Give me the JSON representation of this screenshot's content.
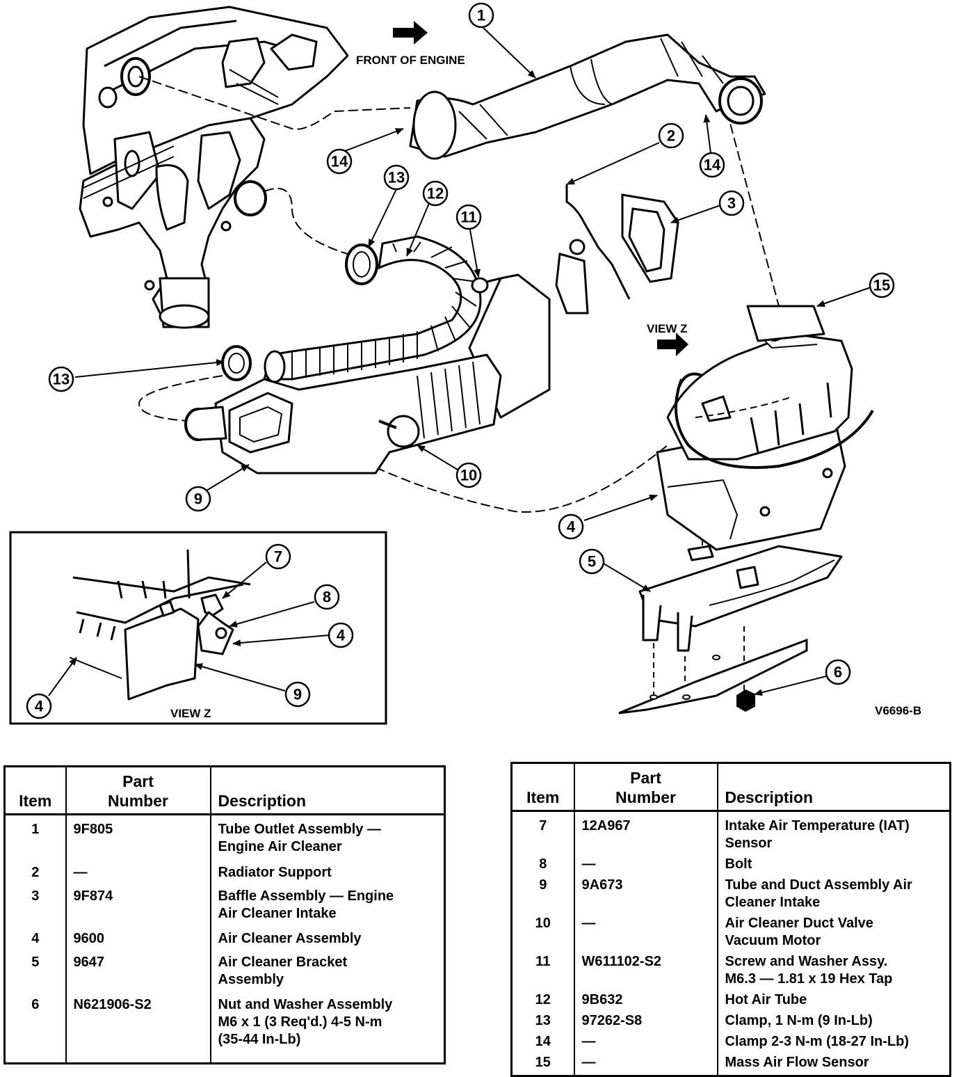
{
  "diagram": {
    "labels": {
      "front_of_engine": "FRONT OF ENGINE",
      "view_z_arrow": "VIEW Z",
      "view_z_inset": "VIEW Z",
      "figure_code": "V6696-B"
    },
    "callouts": [
      "1",
      "2",
      "3",
      "4",
      "5",
      "6",
      "7",
      "8",
      "4",
      "9",
      "4",
      "9",
      "10",
      "11",
      "12",
      "13",
      "13",
      "14",
      "14",
      "15"
    ]
  },
  "tables": {
    "headers": {
      "item": "Item",
      "part_l1": "Part",
      "part_l2": "Number",
      "description": "Description"
    },
    "left": [
      {
        "item": "1",
        "part": "9F805",
        "desc_l1": "Tube Outlet Assembly —",
        "desc_l2": "Engine Air Cleaner",
        "desc_l3": ""
      },
      {
        "item": "2",
        "part": "—",
        "desc_l1": "Radiator Support",
        "desc_l2": "",
        "desc_l3": ""
      },
      {
        "item": "3",
        "part": "9F874",
        "desc_l1": "Baffle Assembly — Engine",
        "desc_l2": "Air Cleaner Intake",
        "desc_l3": ""
      },
      {
        "item": "4",
        "part": "9600",
        "desc_l1": "Air Cleaner Assembly",
        "desc_l2": "",
        "desc_l3": ""
      },
      {
        "item": "5",
        "part": "9647",
        "desc_l1": "Air Cleaner Bracket",
        "desc_l2": "Assembly",
        "desc_l3": ""
      },
      {
        "item": "6",
        "part": "N621906-S2",
        "desc_l1": "Nut and Washer Assembly",
        "desc_l2": "M6 x 1 (3 Req'd.) 4-5 N-m",
        "desc_l3": "(35-44 In-Lb)"
      }
    ],
    "right": [
      {
        "item": "7",
        "part": "12A967",
        "desc_l1": "Intake Air Temperature (IAT)",
        "desc_l2": "Sensor"
      },
      {
        "item": "8",
        "part": "—",
        "desc_l1": "Bolt",
        "desc_l2": ""
      },
      {
        "item": "9",
        "part": "9A673",
        "desc_l1": "Tube and Duct Assembly Air",
        "desc_l2": "Cleaner Intake"
      },
      {
        "item": "10",
        "part": "—",
        "desc_l1": "Air Cleaner Duct Valve",
        "desc_l2": "Vacuum Motor"
      },
      {
        "item": "11",
        "part": "W611102-S2",
        "desc_l1": "Screw and Washer Assy.",
        "desc_l2": "M6.3 — 1.81 x 19 Hex Tap"
      },
      {
        "item": "12",
        "part": "9B632",
        "desc_l1": "Hot Air Tube",
        "desc_l2": ""
      },
      {
        "item": "13",
        "part": "97262-S8",
        "desc_l1": "Clamp, 1 N-m (9 In-Lb)",
        "desc_l2": ""
      },
      {
        "item": "14",
        "part": "—",
        "desc_l1": "Clamp 2-3 N-m (18-27 In-Lb)",
        "desc_l2": ""
      },
      {
        "item": "15",
        "part": "—",
        "desc_l1": "Mass Air Flow Sensor",
        "desc_l2": ""
      }
    ]
  }
}
